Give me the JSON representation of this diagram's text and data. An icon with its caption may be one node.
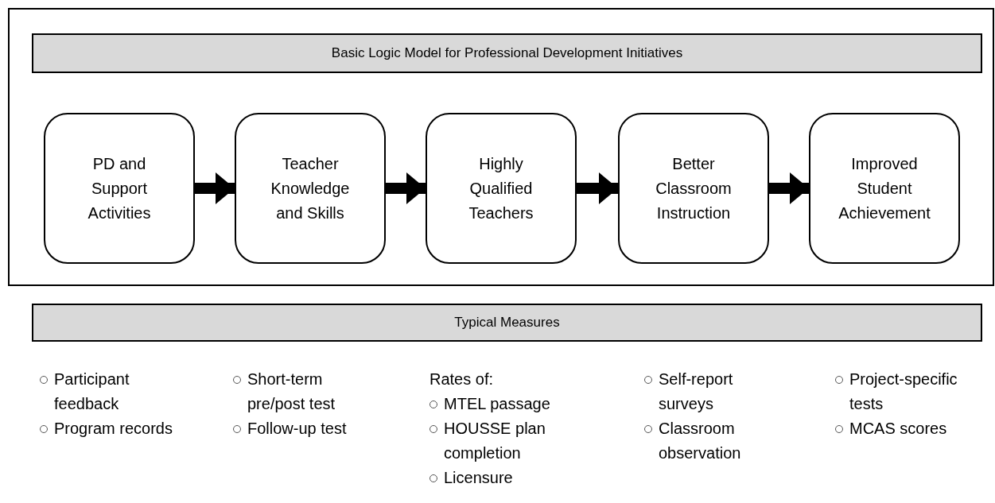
{
  "diagram": {
    "nodes": [
      {
        "text": [],
        "shape": "box"
      },
      {
        "text": [
          "Basic Logic Model for Professional Development Initiatives"
        ],
        "in": 0
      },
      {
        "text": [
          "PD and Support Activities"
        ],
        "in": 0
      },
      {
        "text": [
          "Teacher Knowledge and Skills"
        ],
        "in": 0
      },
      {
        "text": [
          "Highly Qualified Teachers"
        ],
        "in": 0
      },
      {
        "text": [
          "Better Classroom Instruction"
        ],
        "in": 0
      },
      {
        "text": [
          "Improved Student Achievement"
        ],
        "in": 0
      },
      {
        "text": [
          "Typical Measures"
        ]
      }
    ],
    "edges": [
      {
        "from": 2,
        "to": 3,
        "arrow": "to"
      },
      {
        "from": 3,
        "to": 4,
        "arrow": "to"
      },
      {
        "from": 4,
        "to": 5,
        "arrow": "to"
      },
      {
        "from": 5,
        "to": 6,
        "arrow": "to"
      }
    ],
    "labels": [
      "Participant feedback",
      "Program records",
      "Short-term pre/post test",
      "Follow-up test",
      "Rates of:",
      "MTEL passage",
      "HOUSSE plan completion",
      "Licensure",
      "Self-report surveys",
      "Classroom observation",
      "Project-specific tests",
      "MCAS scores"
    ]
  }
}
